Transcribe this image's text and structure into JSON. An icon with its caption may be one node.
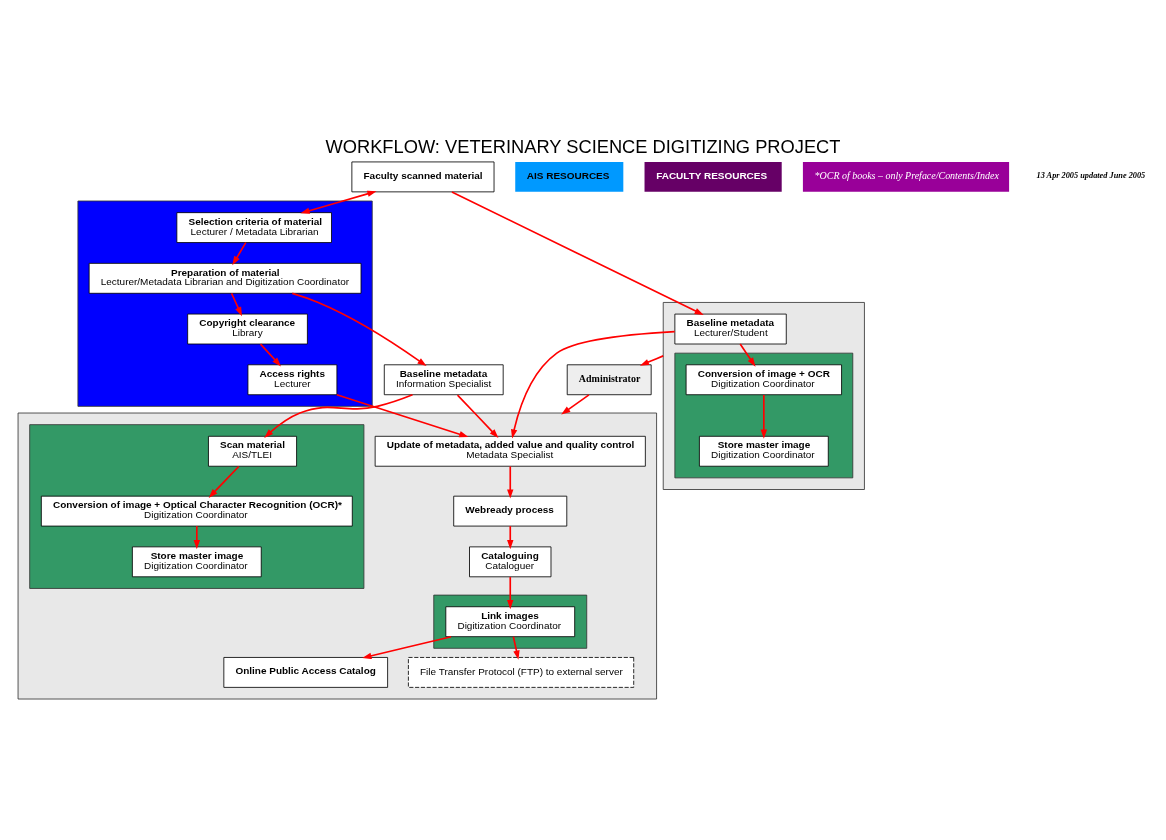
{
  "diagram": {
    "title": "WORKFLOW: VETERINARY SCIENCE DIGITIZING PROJECT",
    "nodes": [
      {
        "text": [],
        "shape": "box"
      },
      {
        "text": [
          "Selection criteria of material",
          "Lecturer / Metadata Librarian"
        ],
        "in": 0
      },
      {
        "text": [
          "Preparation of material",
          "Lecturer/Metadata Librarian and Digitization Coordinator"
        ],
        "in": 0
      },
      {
        "text": [
          "Copyright clearance",
          "Library"
        ],
        "in": 0
      },
      {
        "text": [
          "Access rights",
          "Lecturer"
        ],
        "in": 0
      },
      {
        "text": [
          "AIS RESOURCES"
        ]
      },
      {
        "text": [
          "FACULTY RESOURCES"
        ]
      },
      {
        "text": [
          "Baseline metadata",
          "Information Specialist"
        ]
      },
      {
        "text": [
          "Faculty scanned material"
        ]
      },
      {
        "text": [],
        "shape": "box"
      },
      {
        "text": [
          "Baseline metadata",
          "Lecturer/Student"
        ],
        "in": 9
      },
      {
        "text": [],
        "shape": "box",
        "in": 9
      },
      {
        "text": [
          "Conversion of image + OCR",
          "Digitization Coordinator"
        ],
        "in": 11
      },
      {
        "text": [
          "Store master image",
          "Digitization Coordinator"
        ],
        "in": 11
      },
      {
        "text": [],
        "shape": "box"
      },
      {
        "text": [
          "Update of metadata, added value and quality control",
          "Metadata Specialist"
        ],
        "in": 14
      },
      {
        "text": [
          "Webready process"
        ],
        "in": 14
      },
      {
        "text": [
          "Cataloguing",
          "Cataloguer"
        ],
        "in": 14
      },
      {
        "text": [],
        "shape": "box",
        "in": 14
      },
      {
        "text": [
          "Link images",
          "Digitization Coordinator"
        ],
        "in": 18
      },
      {
        "text": [
          "Online Public Access Catalog"
        ],
        "in": 14
      },
      {
        "text": [
          "File Transfer Protocol (FTP) to external server"
        ],
        "in": 14
      },
      {
        "text": [],
        "shape": "box",
        "in": 14
      },
      {
        "text": [
          "Scan material",
          "AIS/TLEI"
        ],
        "in": 22
      },
      {
        "text": [
          "Conversion of image + Optical Character Recognition (OCR)*",
          "Digitization Coordinator"
        ],
        "in": 22
      },
      {
        "text": [
          "Store master image",
          "Digitization Coordinator"
        ],
        "in": 22
      },
      {
        "text": [
          "Administrator"
        ]
      },
      {
        "text": [
          "*OCR of books – only Preface/Contents/Index"
        ]
      }
    ],
    "edges": [
      {
        "from": 1,
        "to": 2,
        "arrow": "to"
      },
      {
        "from": 2,
        "to": 3,
        "arrow": "to"
      },
      {
        "from": 3,
        "to": 4,
        "arrow": "to"
      },
      {
        "from": 4,
        "to": 15,
        "arrow": "to"
      },
      {
        "from": 8,
        "to": 1,
        "arrow": "both"
      },
      {
        "from": 2,
        "to": 7,
        "arrow": "to"
      },
      {
        "from": 7,
        "to": 15,
        "arrow": "to"
      },
      {
        "from": 7,
        "to": 23,
        "arrow": "to"
      },
      {
        "from": 8,
        "to": 10,
        "arrow": "to"
      },
      {
        "from": 10,
        "to": 15,
        "arrow": "to"
      },
      {
        "from": 10,
        "to": 12,
        "arrow": "to"
      },
      {
        "from": 12,
        "to": 13,
        "arrow": "to"
      },
      {
        "from": 9,
        "to": 26,
        "arrow": "to"
      },
      {
        "from": 26,
        "to": 14,
        "arrow": "to"
      },
      {
        "from": 15,
        "to": 16,
        "arrow": "to"
      },
      {
        "from": 16,
        "to": 17,
        "arrow": "to"
      },
      {
        "from": 17,
        "to": 19,
        "arrow": "to"
      },
      {
        "from": 19,
        "to": 20,
        "arrow": "to"
      },
      {
        "from": 19,
        "to": 21,
        "arrow": "to"
      },
      {
        "from": 23,
        "to": 24,
        "arrow": "to"
      },
      {
        "from": 24,
        "to": 25,
        "arrow": "to"
      }
    ],
    "labels": [
      "13 Apr 2005 updated June 2005"
    ]
  }
}
